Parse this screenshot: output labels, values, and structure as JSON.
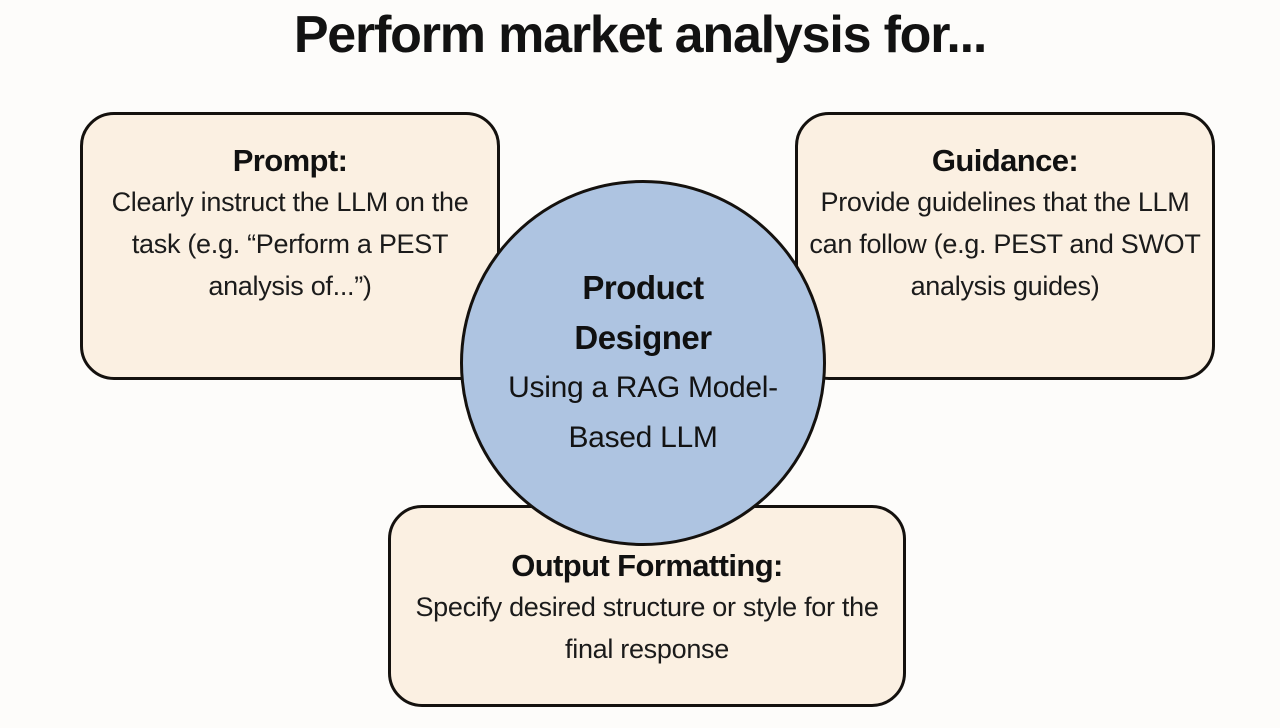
{
  "page": {
    "title": "Perform market analysis for...",
    "background_color": "#fdfcfa",
    "accent_box_fill": "#fbf0e2",
    "accent_circle_fill": "#aec4e1",
    "outline_color": "#14110e"
  },
  "center": {
    "name": "Product Designer",
    "title_line_1": "Product",
    "title_line_2": "Designer",
    "subtitle": "Using a RAG Model-Based LLM"
  },
  "boxes": [
    {
      "id": "prompt",
      "heading": "Prompt:",
      "body": "Clearly instruct the LLM on the task (e.g. “Perform a PEST analysis of...”)"
    },
    {
      "id": "guidance",
      "heading": "Guidance:",
      "body": "Provide guidelines that the LLM can follow (e.g. PEST and SWOT analysis guides)"
    },
    {
      "id": "output-formatting",
      "heading": "Output Formatting:",
      "body": "Specify desired structure or style for the final response"
    }
  ]
}
